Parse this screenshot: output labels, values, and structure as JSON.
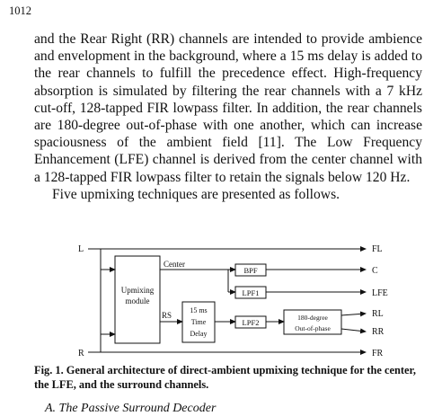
{
  "page": {
    "number": "1012"
  },
  "paragraphs": [
    "and the Rear Right (RR) channels are intended to provide ambience and envelopment in the background, where a 15 ms delay is added to the rear channels to fulfill the precedence effect. High-frequency absorption is simulated by filtering the rear channels with a 7 kHz cut-off, 128-tapped FIR lowpass filter. In addition, the rear channels are 180-degree out-of-phase with one another, which can increase spaciousness of the ambient field [11]. The Low Frequency Enhancement (LFE) channel is derived from the center channel with a 128-tapped FIR lowpass filter to retain the signals below 120 Hz.",
    "Five upmixing techniques are presented as follows."
  ],
  "figure": {
    "inputs": {
      "left": "L",
      "right": "R"
    },
    "outputs": [
      "FL",
      "C",
      "LFE",
      "RL",
      "RR",
      "FR"
    ],
    "blocks": {
      "upmix_line1": "Upmixing",
      "upmix_line2": "module",
      "bpf": "BPF",
      "lpf1": "LPF1",
      "lpf2": "LPF2",
      "delay_line1": "15 ms",
      "delay_line2": "Time",
      "delay_line3": "Delay",
      "phase_line1": "180-degree",
      "phase_line2": "Out-of-phase"
    },
    "signals": {
      "center": "Center",
      "rs": "RS"
    }
  },
  "caption": "Fig. 1. General architecture of direct-ambient upmixing technique for the center, the LFE, and the surround channels.",
  "next_heading": "A. The Passive Surround Decoder"
}
